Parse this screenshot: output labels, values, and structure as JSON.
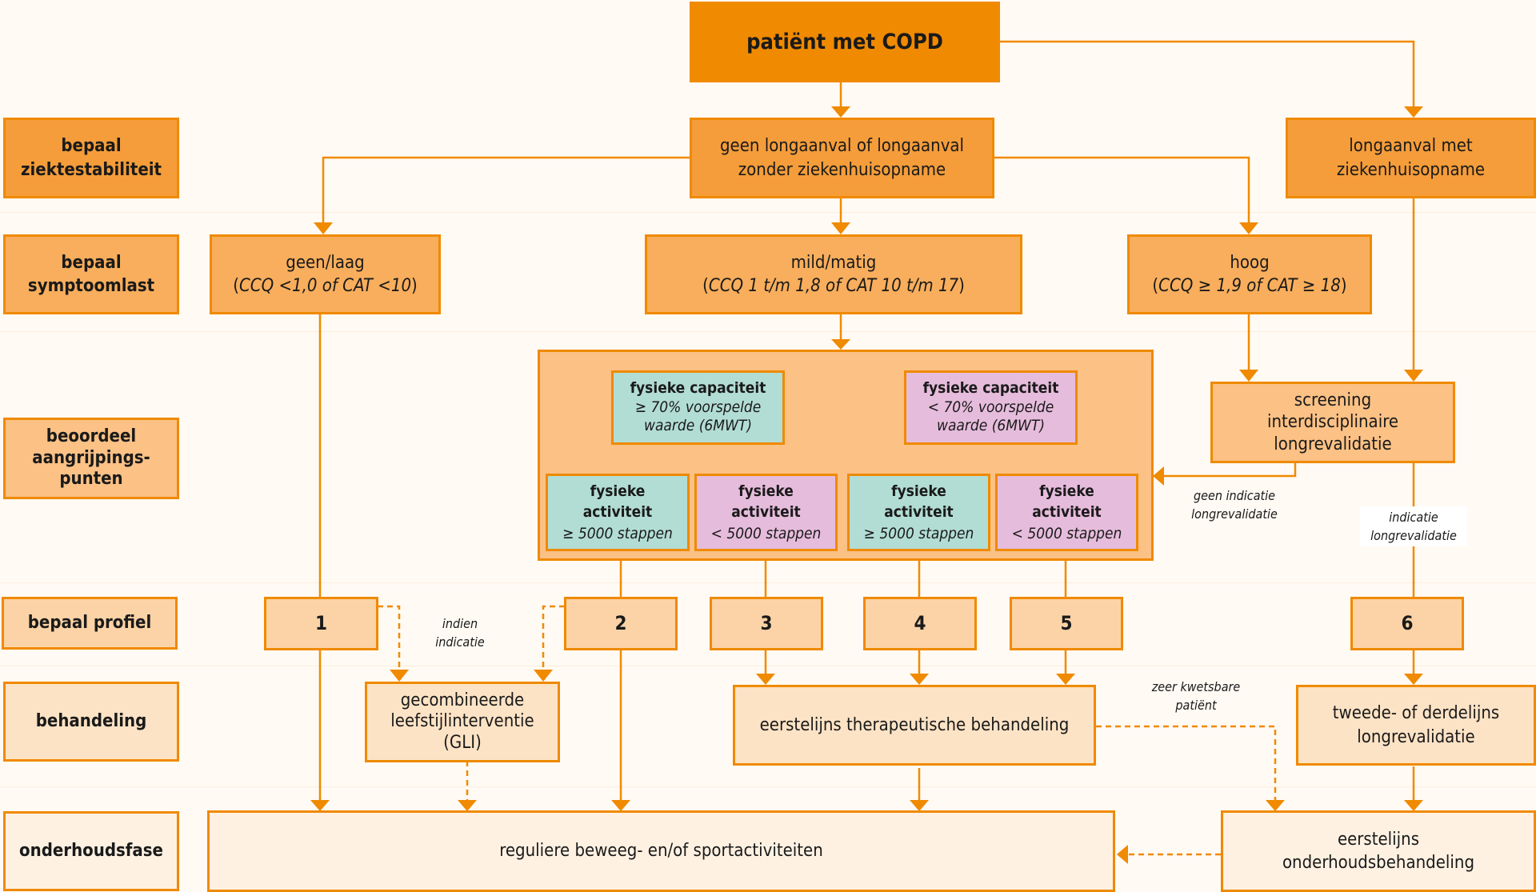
{
  "diagram": {
    "top": "patiënt met COPD",
    "rows": {
      "ziektestabiliteit": {
        "label": "bepaal\nziektestabiliteit"
      },
      "symptoomlast": {
        "label": "bepaal\nsymptoomlast"
      },
      "aangrijpingspunten": {
        "label": "beoordeel\naangrijpings-\npunten"
      },
      "profiel": {
        "label": "bepaal profiel"
      },
      "behandeling": {
        "label": "behandeling"
      },
      "onderhoudsfase": {
        "label": "onderhoudsfase"
      }
    },
    "stability": {
      "no_hospital": "geen longaanval of longaanval\nzonder ziekenhuisopname",
      "hospital": "longaanval met\nziekenhuisopname"
    },
    "symptoms": {
      "low": {
        "title": "geen/laag",
        "criteria": "CCQ <1,0 of CAT <10"
      },
      "mild": {
        "title": "mild/matig",
        "criteria": "CCQ 1 t/m 1,8 of CAT 10 t/m 17"
      },
      "high": {
        "title": "hoog",
        "criteria": "CCQ ≥ 1,9 of CAT ≥ 18"
      }
    },
    "capacity": [
      {
        "title": "fysieke capaciteit",
        "criteria": "≥ 70% voorspelde\nwaarde  (6MWT)",
        "color": "#b2ddd4"
      },
      {
        "title": "fysieke capaciteit",
        "criteria": "< 70% voorspelde\nwaarde  (6MWT)",
        "color": "#e6bcdc"
      }
    ],
    "activity": [
      {
        "title": "fysieke\nactiviteit",
        "criteria": "≥ 5000 stappen"
      },
      {
        "title": "fysieke\nactiviteit",
        "criteria": "< 5000 stappen"
      },
      {
        "title": "fysieke\nactiviteit",
        "criteria": "≥ 5000 stappen"
      },
      {
        "title": "fysieke\nactiviteit",
        "criteria": "< 5000 stappen"
      }
    ],
    "screening": "screening\ninterdisciplinaire\nlongrevalidatie",
    "profiles": [
      "1",
      "2",
      "3",
      "4",
      "5",
      "6"
    ],
    "treatments": {
      "gli": "gecombineerde\nleefstijlinterventie\n(GLI)",
      "first_line": "eerstelijns therapeutische behandeling",
      "second_line": "tweede- of derdelijns\nlongrevalidatie"
    },
    "maintenance": {
      "regular": "reguliere beweeg- en/of sportactiviteiten",
      "first_line": "eerstelijns\nonderhoudsbehandeling"
    },
    "edge_labels": {
      "no_indication": "geen indicatie\nlongrevalidatie",
      "indication": "indicatie\nlongrevalidatie",
      "if_indicated": "indien\nindicatie",
      "very_vulnerable": "zeer kwetsbare\npatiënt"
    },
    "colors": {
      "accent": "#f08a00",
      "teal": "#b2ddd4",
      "pink": "#e6bcdc",
      "background": "#fffaf4"
    }
  }
}
